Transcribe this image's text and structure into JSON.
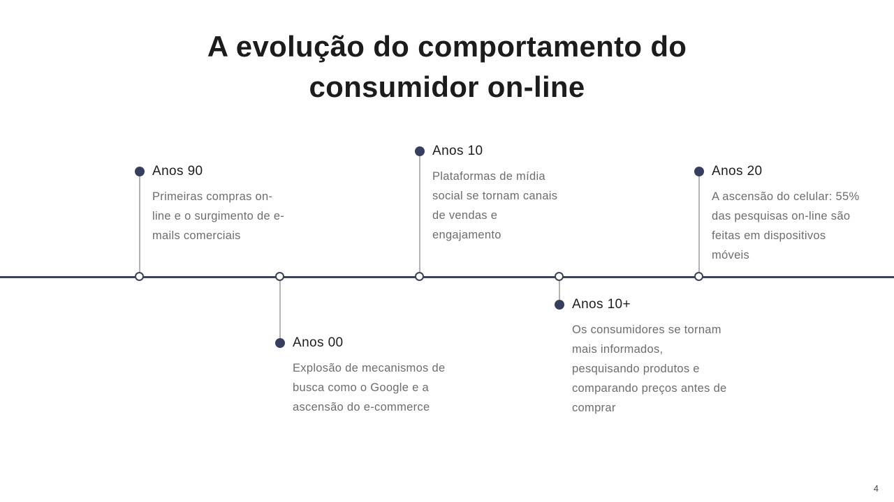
{
  "slide": {
    "title": "A evolução do comportamento do\nconsumidor on-line",
    "page_number": "4"
  },
  "colors": {
    "accent_navy": "#363f5d",
    "timeline_navy": "#3a4254",
    "connector_gray": "#b3b3b3",
    "label_dark": "#1d1d1d",
    "body_gray": "#6d6d6d"
  },
  "timeline": {
    "milestones": [
      {
        "label": "Anos 90",
        "description": "Primeiras compras on-\nline e o surgimento de e-\nmails comerciais",
        "position": "above"
      },
      {
        "label": "Anos 00",
        "description": "Explosão de mecanismos de\nbusca como o Google e a\nascensão do e-commerce",
        "position": "below"
      },
      {
        "label": "Anos 10",
        "description": "Plataformas de mídia\nsocial se tornam canais\nde vendas e\nengajamento",
        "position": "above"
      },
      {
        "label": "Anos 10+",
        "description": "Os consumidores se tornam\nmais informados,\npesquisando produtos e\ncomparando preços antes de\ncomprar",
        "position": "below"
      },
      {
        "label": "Anos 20",
        "description": "A ascensão do celular: 55%\ndas pesquisas on-line são\nfeitas em dispositivos\nmóveis",
        "position": "above"
      }
    ]
  }
}
